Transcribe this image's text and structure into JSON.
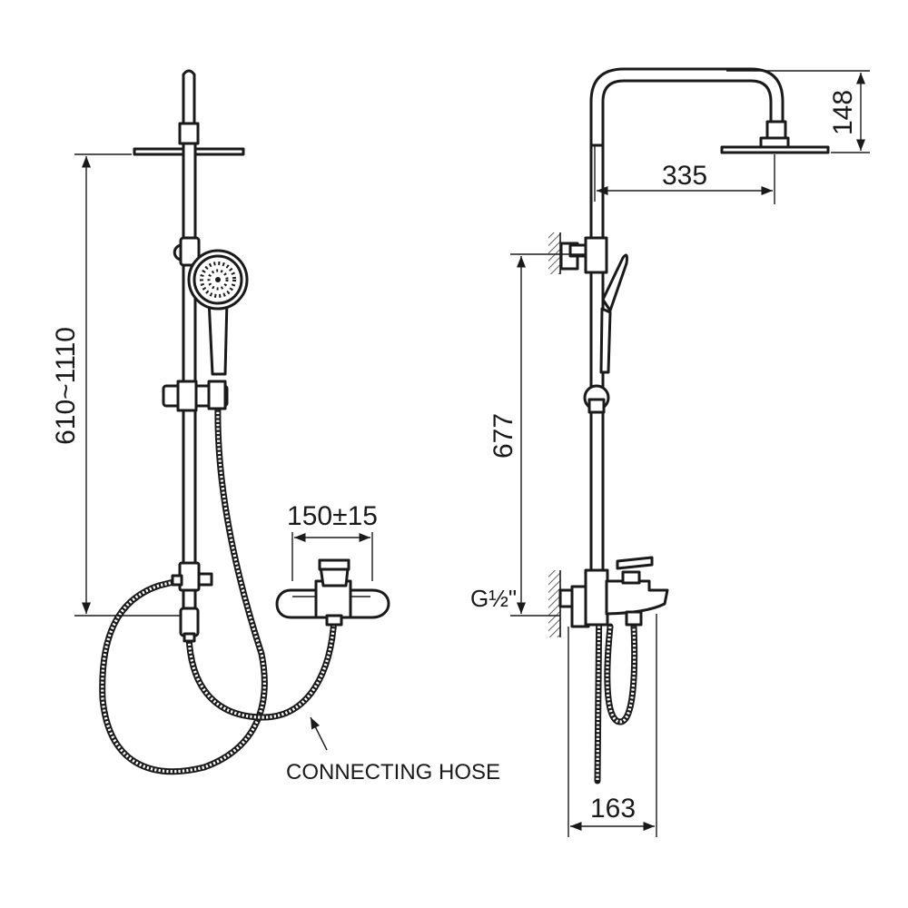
{
  "dimensions": {
    "height_range": "610~1110",
    "faucet_spacing": "150±15",
    "riser_height": "677",
    "arm_reach": "335",
    "head_drop": "148",
    "projection": "163",
    "thread": "G½\""
  },
  "labels": {
    "connecting_hose": "CONNECTING HOSE"
  },
  "colors": {
    "line": "#1a1a1a",
    "background": "#ffffff"
  }
}
